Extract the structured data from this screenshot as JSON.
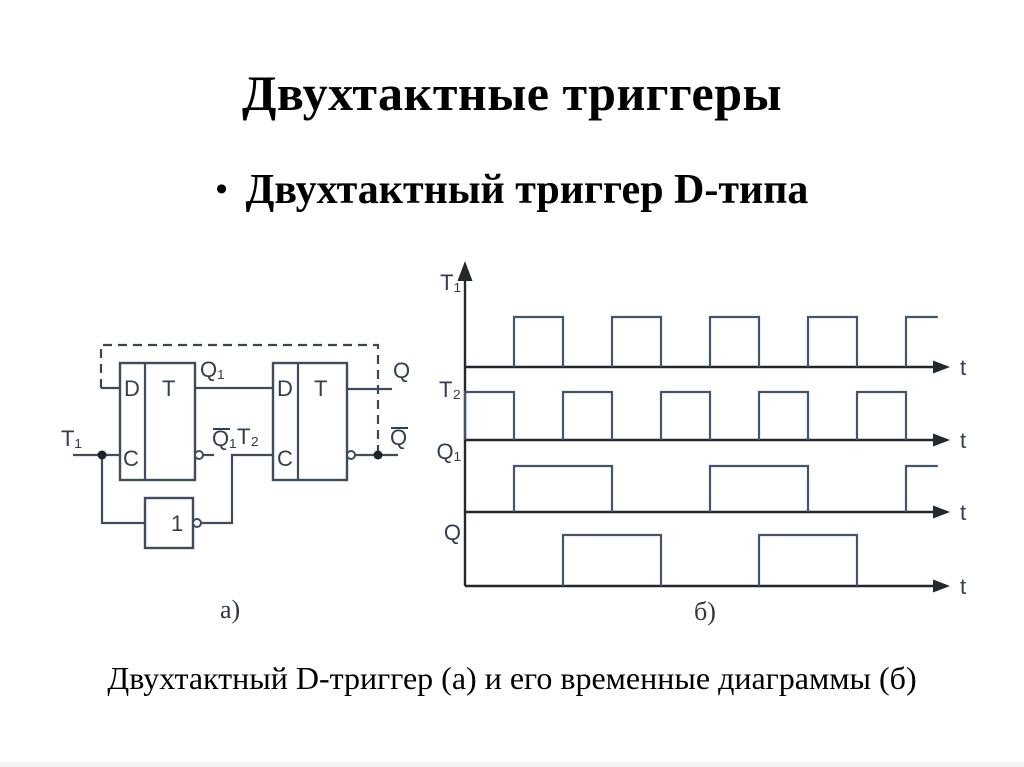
{
  "slide": {
    "title": "Двухтактные триггеры",
    "bullet_glyph": "•",
    "bullet": "Двухтактный триггер D-типа",
    "caption": "Двухтактный D-триггер (а) и его временные диаграммы (б)",
    "figure_labels": {
      "circuit": "а)",
      "timing": "б)"
    }
  },
  "circuit": {
    "flip_flop_1": {
      "input_d": "D",
      "type": "T",
      "input_c": "C",
      "out_q": "Q₁",
      "out_q_inv": "Q₁"
    },
    "flip_flop_2": {
      "input_d": "D",
      "type": "T",
      "input_c": "C",
      "out_q": "Q",
      "out_q_inv": "Q"
    },
    "inverter": "1",
    "input_t1": "T₁",
    "node_t2": "T₂"
  },
  "chart_data": {
    "type": "line",
    "subtype": "digital-timing-diagram",
    "title": "",
    "axis_label": "t",
    "t_end": 9.65,
    "grid": false,
    "signals": [
      {
        "name": "T1",
        "label": "T₁",
        "high_intervals": [
          [
            1,
            2
          ],
          [
            3,
            4
          ],
          [
            5,
            6
          ],
          [
            7,
            8
          ],
          [
            9,
            9.65
          ]
        ]
      },
      {
        "name": "T2",
        "label": "T₂",
        "high_intervals": [
          [
            0,
            1
          ],
          [
            2,
            3
          ],
          [
            4,
            5
          ],
          [
            6,
            7
          ],
          [
            8,
            9
          ]
        ]
      },
      {
        "name": "Q1",
        "label": "Q₁",
        "high_intervals": [
          [
            1,
            3
          ],
          [
            5,
            7
          ],
          [
            9,
            9.65
          ]
        ]
      },
      {
        "name": "Q",
        "label": "Q",
        "high_intervals": [
          [
            2,
            4
          ],
          [
            6,
            8
          ]
        ]
      }
    ]
  },
  "colors": {
    "background": "#ffffff",
    "text": "#000000",
    "circuit_line": "#3e4c5e",
    "diagram_label": "#333e4e",
    "axis": "#23272e",
    "waveform": "#44546a"
  }
}
